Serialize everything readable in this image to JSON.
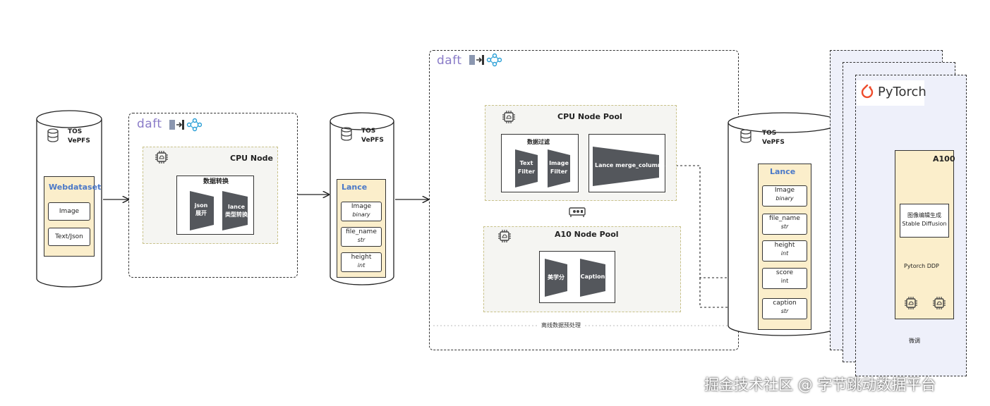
{
  "storage_left": {
    "line1": "TOS",
    "line2": "VePFS",
    "dataset_title": "Webdataset",
    "items": [
      "Image",
      "Text/Json"
    ]
  },
  "stage1": {
    "logo": "daft",
    "node_title": "CPU  Node",
    "box_title": "数据转换",
    "op1": [
      "json",
      "展开"
    ],
    "op2": [
      "lance",
      "类型转换"
    ]
  },
  "storage_mid": {
    "line1": "TOS",
    "line2": "VePFS",
    "lance_title": "Lance",
    "fields": [
      {
        "name": "Image",
        "type": "binary"
      },
      {
        "name": "file_name",
        "type": "str"
      },
      {
        "name": "height",
        "type": "int"
      }
    ]
  },
  "stage2": {
    "logo": "daft",
    "cpu_pool": {
      "title": "CPU  Node Pool",
      "filter_title": "数据过滤",
      "text_filter": [
        "Text",
        "Filter"
      ],
      "image_filter": [
        "Image",
        "Filter"
      ],
      "merge": "Lance merge_columns"
    },
    "a10_pool": {
      "title": "A10  Node Pool",
      "op1": "美学分",
      "op2": "Caption"
    },
    "footer": "离线数据预处理"
  },
  "storage_right": {
    "line1": "TOS",
    "line2": "VePFS",
    "lance_title": "Lance",
    "fields": [
      {
        "name": "Image",
        "type": "binary"
      },
      {
        "name": "file_name",
        "type": "str"
      },
      {
        "name": "height",
        "type": "int"
      },
      {
        "name": "score",
        "type": "int"
      },
      {
        "name": "caption",
        "type": "str"
      }
    ]
  },
  "stage3": {
    "logo": "PyTorch",
    "gpu_title": "A100",
    "model_line1": "图像编辑生成",
    "model_line2": "Stable Diffusion",
    "ddp": "Pytorch  DDP",
    "footer": "微调"
  },
  "watermark": "掘金技术社区 @ 字节跳动数据平台"
}
